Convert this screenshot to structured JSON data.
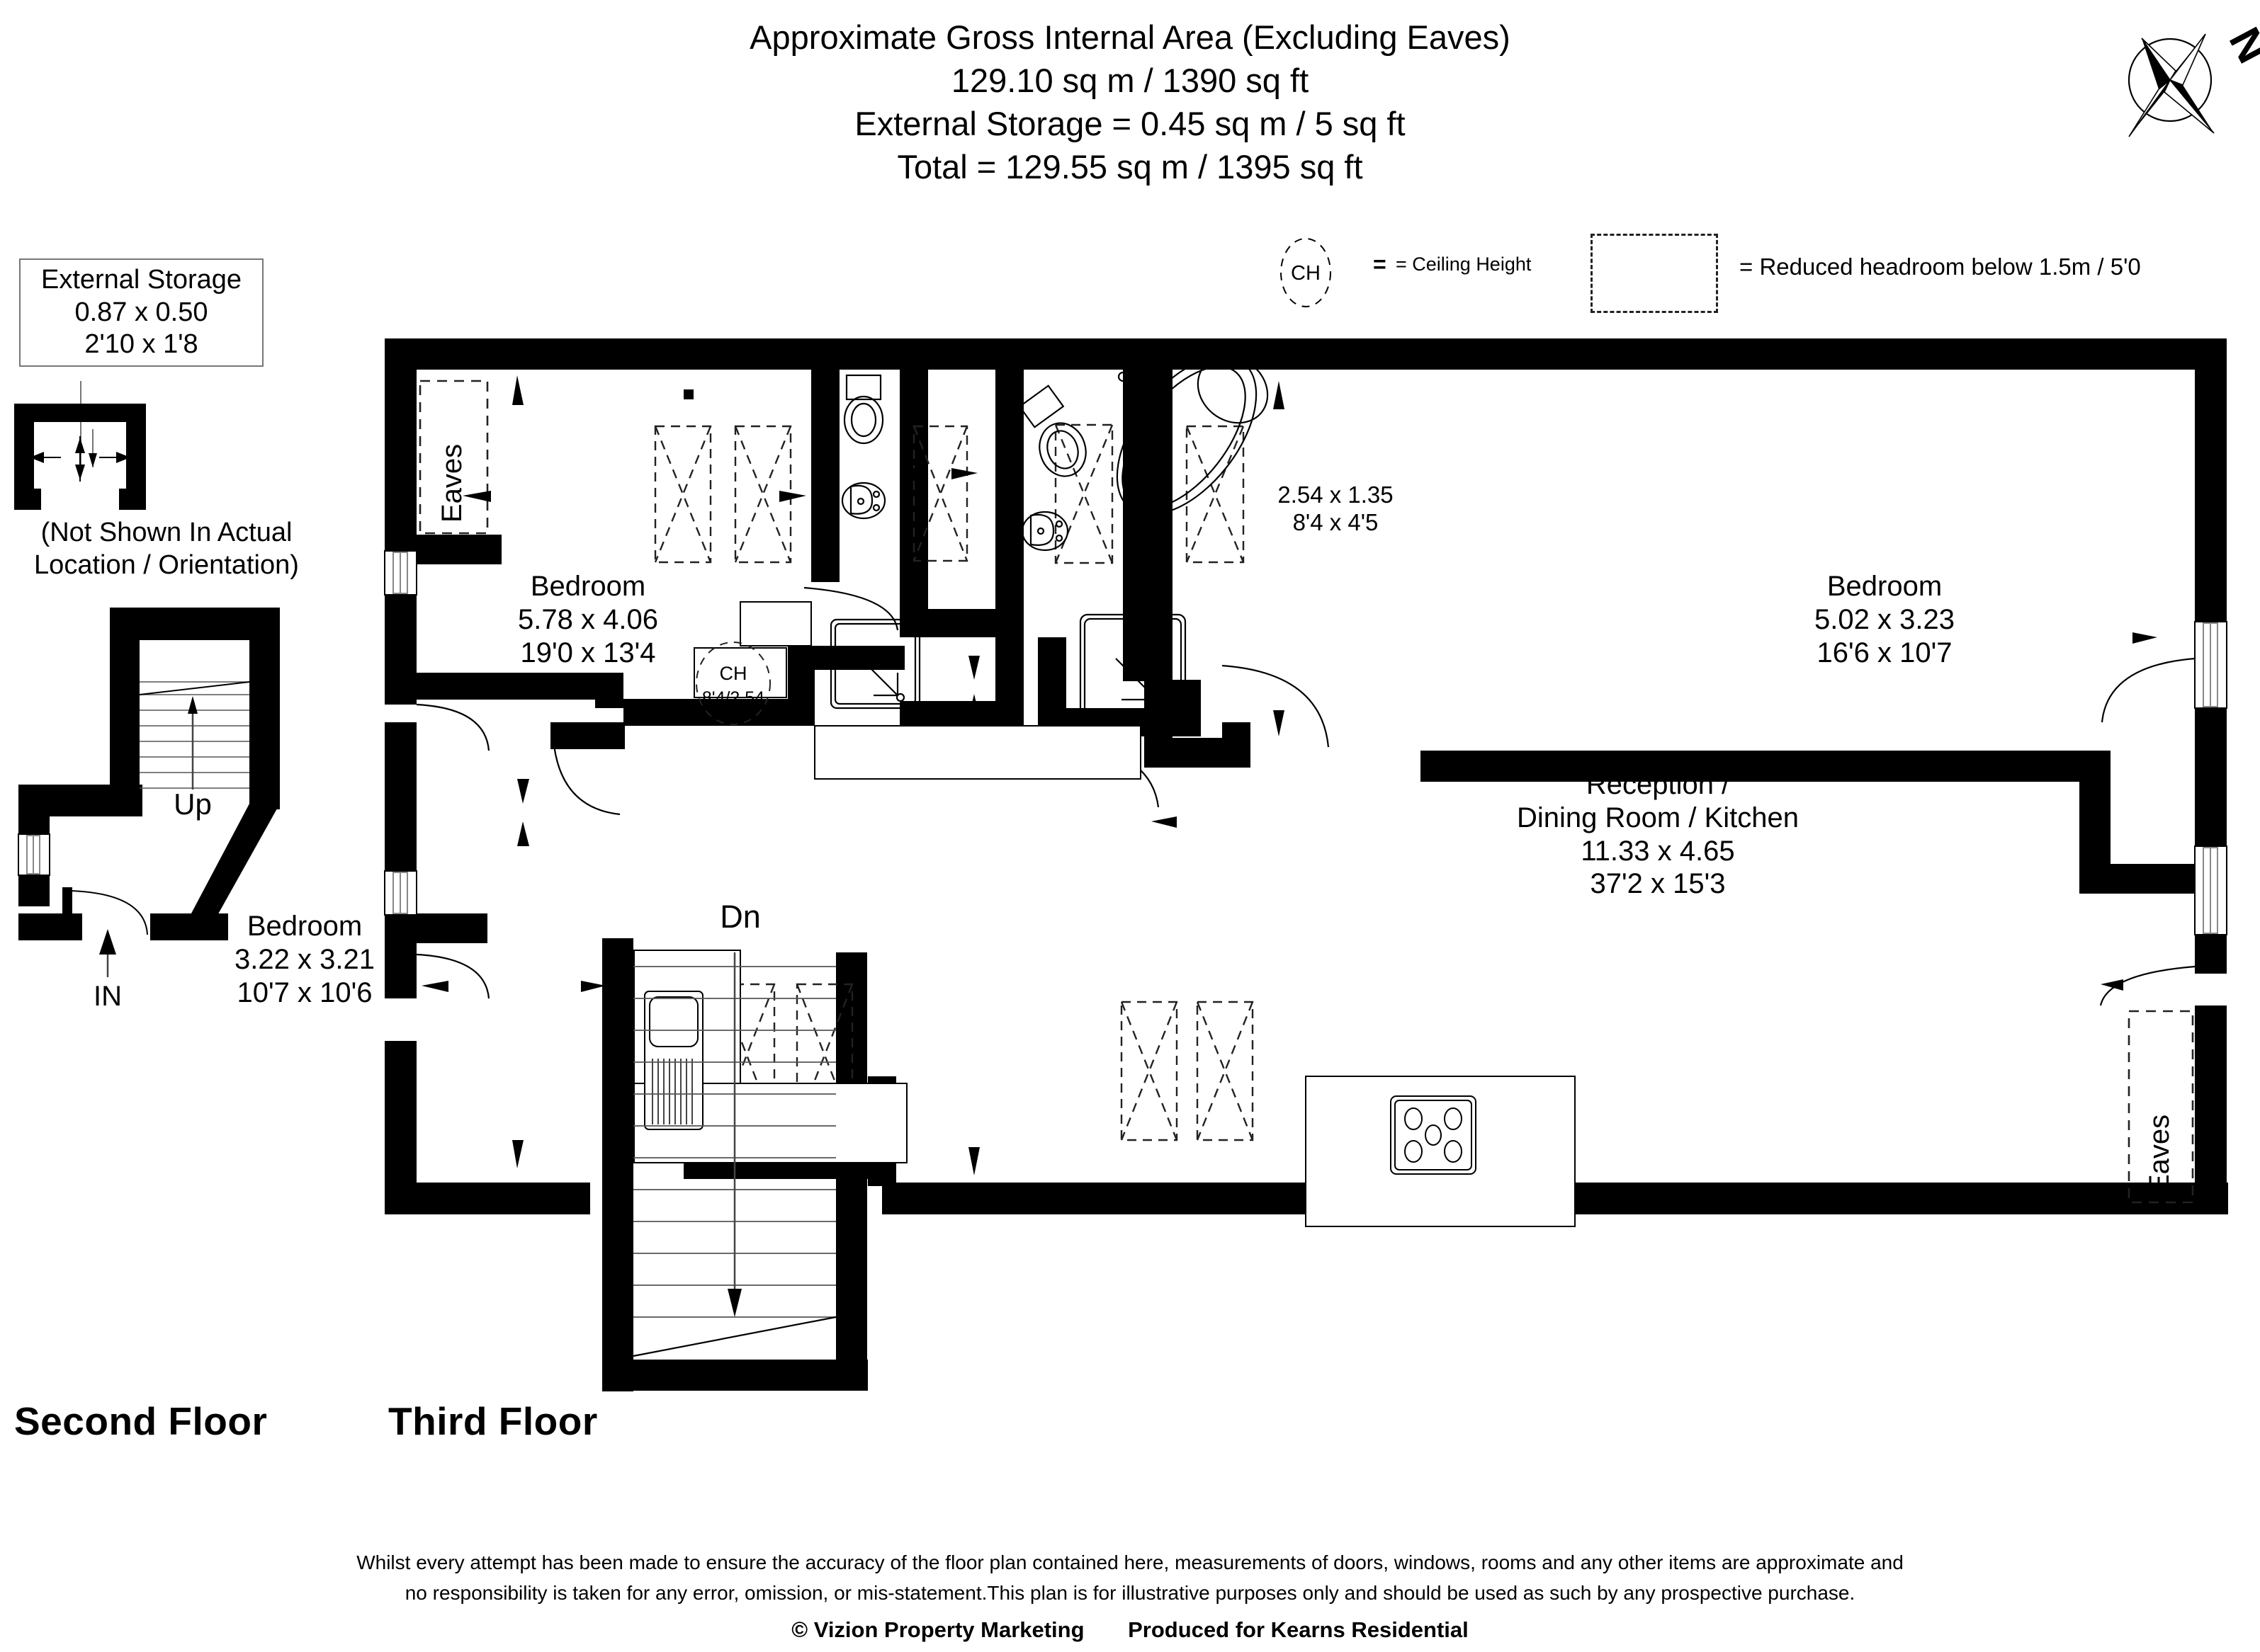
{
  "header": {
    "line1": "Approximate Gross Internal Area (Excluding Eaves)",
    "line2": "129.10 sq m / 1390 sq ft",
    "line3": "External Storage = 0.45 sq m / 5 sq ft",
    "line4": "Total = 129.55 sq m / 1395 sq ft"
  },
  "compass": {
    "north_label": "N"
  },
  "legend": {
    "ch_symbol": "CH",
    "ch_text": "= Ceiling Height",
    "headroom_text": "= Reduced headroom below 1.5m / 5'0"
  },
  "external_storage": {
    "title": "External Storage",
    "metric": "0.87 x 0.50",
    "imperial": "2'10 x 1'8",
    "note_line1": "(Not Shown In Actual",
    "note_line2": "Location / Orientation)"
  },
  "floors": [
    {
      "id": "second",
      "title": "Second Floor"
    },
    {
      "id": "third",
      "title": "Third Floor"
    }
  ],
  "second_floor": {
    "stair_label": "Up",
    "entrance_label": "IN"
  },
  "third_floor": {
    "stair_label": "Dn",
    "eaves_left": "Eaves",
    "eaves_right": "Eaves",
    "rooms": [
      {
        "name": "Bedroom",
        "metric": "5.78 x 4.06",
        "imperial": "19'0 x 13'4"
      },
      {
        "name": "Bedroom",
        "metric": "3.22 x 3.21",
        "imperial": "10'7 x 10'6"
      },
      {
        "name": "Bedroom",
        "metric": "5.02 x 3.23",
        "imperial": "16'6 x 10'7"
      },
      {
        "name": "Reception /",
        "name2": "Dining Room / Kitchen",
        "metric": "11.33 x 4.65",
        "imperial": "37'2 x 15'3"
      },
      {
        "name": "",
        "metric": "2.54 x 1.35",
        "imperial": "8'4 x 4'5"
      }
    ],
    "ceiling_height_marker": {
      "label": "CH",
      "value": "8'4/2.54"
    }
  },
  "footer": {
    "line1": "Whilst every attempt has been made to ensure the accuracy of the floor plan contained here, measurements of doors, windows, rooms and any other items are approximate and",
    "line2": "no responsibility is taken for any error, omission, or mis-statement.This plan is for illustrative purposes only and should be used as such by any prospective purchase.",
    "copyright": "© Vizion Property Marketing",
    "produced": "Produced for Kearns Residential"
  },
  "colors": {
    "ink": "#000000",
    "paper": "#ffffff",
    "boxline": "#777777"
  }
}
